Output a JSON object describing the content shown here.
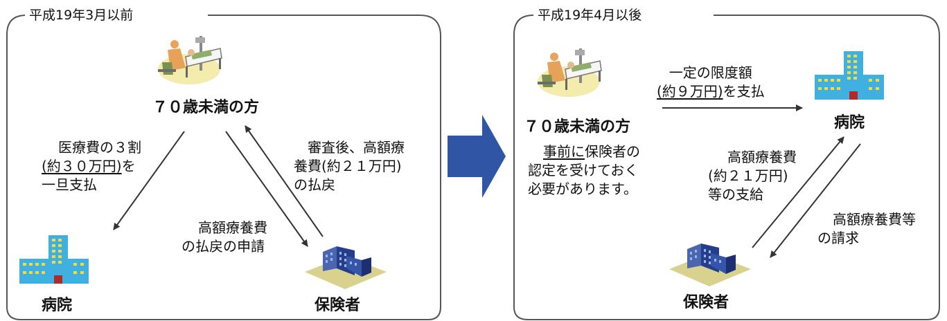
{
  "before": {
    "title": "平成19年3月以前",
    "person_label": "７０歳未満の方",
    "hospital_label": "病院",
    "insurer_label": "保険者",
    "pay_note": {
      "line1": "医療費の３割",
      "line2_underlined": "(約３０万円)",
      "line2_rest": "を",
      "line3": "一旦支払"
    },
    "refund_note": {
      "line1": "審査後、高額療",
      "line2": "養費(約２１万円)",
      "line3": "の払戻"
    },
    "application_note": {
      "line1": "高額療養費",
      "line2": "の払戻の申請"
    }
  },
  "after": {
    "title": "平成19年4月以後",
    "person_label": "７０歳未満の方",
    "hospital_label": "病院",
    "insurer_label": "保険者",
    "limit_note": {
      "line1": "一定の限度額",
      "line2_underlined": "(約９万円)",
      "line2_rest": "を支払"
    },
    "prior_note": {
      "line1_underlined": "事前に",
      "line1_rest": "保険者の",
      "line2": "認定を受けておく",
      "line3": "必要があります。"
    },
    "benefit_note": {
      "line1": "高額療養費",
      "line2": "(約２１万円)",
      "line3": "等の支給"
    },
    "claim_note": {
      "line1": "高額療養費等",
      "line2": "の請求"
    }
  },
  "colors": {
    "transition_arrow": "#2f55a4",
    "hospital_body": "#3fb0e0",
    "hospital_window": "#f4dc3c",
    "hospital_door": "#b02a2a",
    "insurer_building": "#243e8c",
    "insurer_base": "#d9d28e",
    "frame": "#555555",
    "arrow": "#333333"
  },
  "icons": {
    "patient": "patient-in-bed-icon",
    "hospital": "hospital-building-icon",
    "insurer": "insurer-building-icon",
    "transition": "right-arrow-icon"
  }
}
